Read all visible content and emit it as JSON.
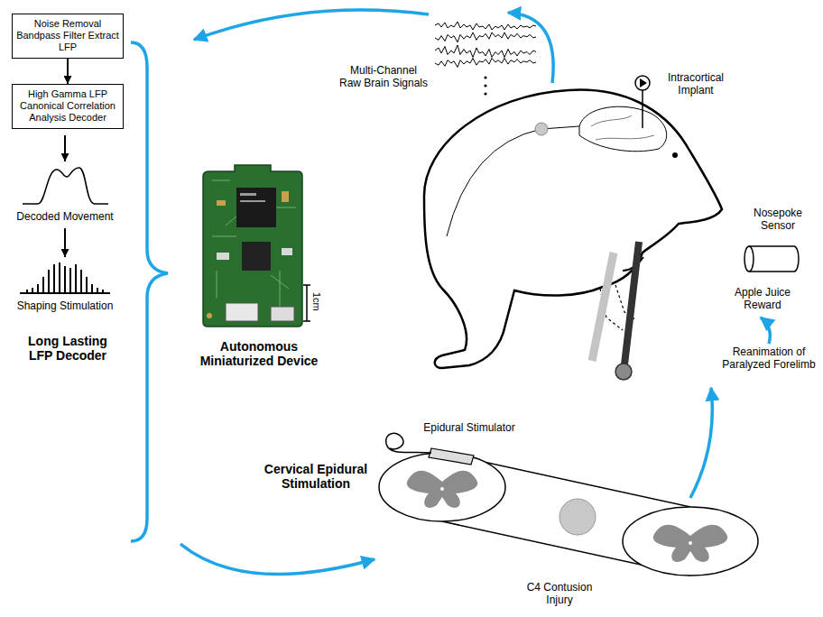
{
  "diagram": {
    "nodes": [
      {
        "text": [
          "Noise Removal Bandpass Filter Extract LFP"
        ]
      },
      {
        "text": [
          "High Gamma LFP Canonical Correlation Analysis Decoder"
        ]
      }
    ],
    "edges": [
      {
        "from": 0,
        "to": 1,
        "arrow": "to"
      }
    ],
    "labels": [
      "Decoded Movement",
      "Shaping Stimulation",
      "Long Lasting LFP Decoder",
      "Multi-Channel Raw Brain Signals",
      "Autonomous Miniaturized Device",
      "1cm",
      "Intracortical Implant",
      "Nosepoke Sensor",
      "Apple Juice Reward",
      "Reanimation of Paralyzed Forelimb",
      "Epidural Stimulator",
      "Cervical Epidural Stimulation",
      "C4 Contusion Injury"
    ]
  }
}
